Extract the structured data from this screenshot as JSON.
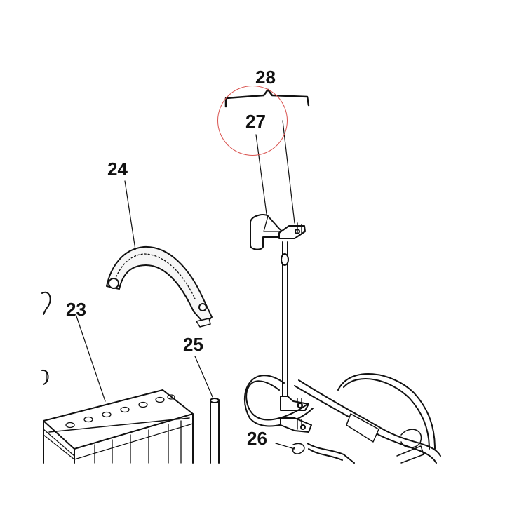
{
  "diagram": {
    "callouts": {
      "c23": "23",
      "c24": "24",
      "c25": "25",
      "c26": "26",
      "c27": "27",
      "c28": "28"
    },
    "highlight_color": "#d9534f",
    "ink_color": "#111111",
    "parts": [
      "battery",
      "hold-down-bracket",
      "vent-hose",
      "battery-cable-set",
      "terminal-cover",
      "battery-cables"
    ]
  }
}
